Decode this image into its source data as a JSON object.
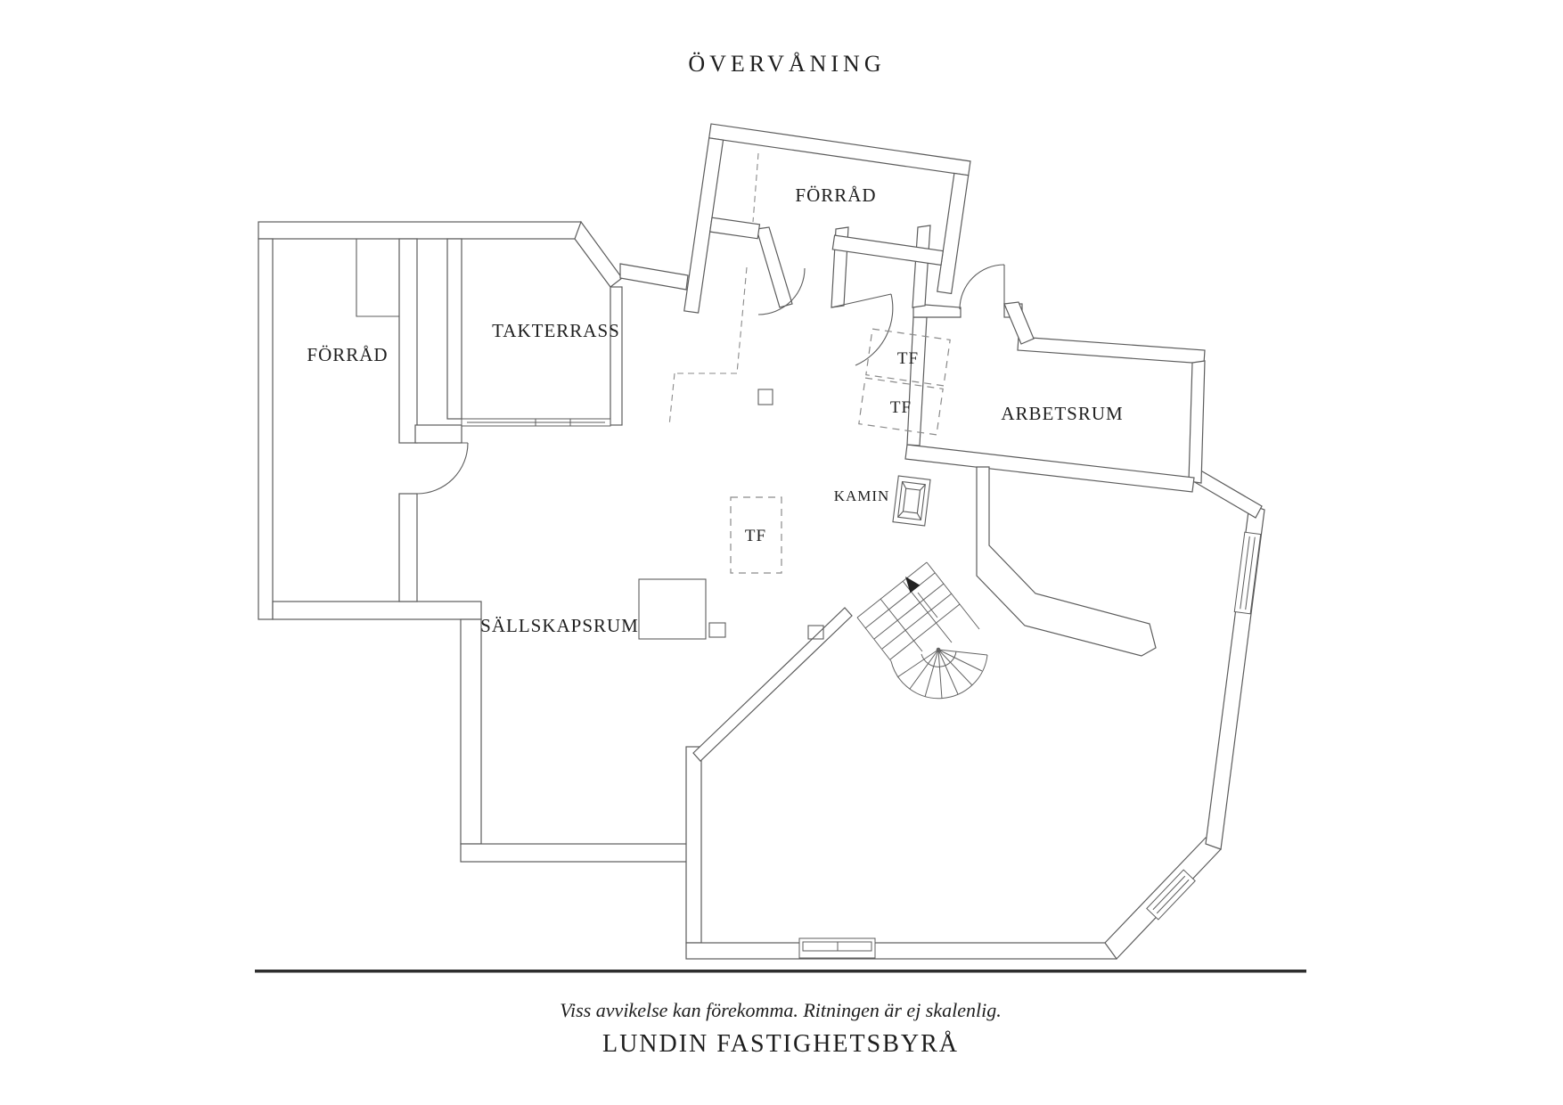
{
  "title": "ÖVERVÅNING",
  "plan": {
    "rooms": [
      {
        "id": "forrad-top",
        "label": "FÖRRÅD"
      },
      {
        "id": "forrad-left",
        "label": "FÖRRÅD"
      },
      {
        "id": "takterrass",
        "label": "TAKTERRASS"
      },
      {
        "id": "arbetsrum",
        "label": "ARBETSRUM"
      },
      {
        "id": "sallskapsrum",
        "label": "SÄLLSKAPSRUM"
      }
    ],
    "fixtures": [
      {
        "id": "kamin",
        "label": "KAMIN"
      }
    ],
    "roof_windows": [
      {
        "label": "TF"
      },
      {
        "label": "TF"
      },
      {
        "label": "TF"
      }
    ]
  },
  "footer": {
    "disclaimer": "Viss avvikelse kan förekomma. Ritningen är ej skalenlig.",
    "brand": "LUNDIN FASTIGHETSBYRÅ"
  },
  "colors": {
    "wall_line": "#5c5c5c",
    "dash_line": "#8a8a8a",
    "text": "#1e1e1e",
    "separator": "#2e2e2e",
    "background": "#ffffff"
  }
}
